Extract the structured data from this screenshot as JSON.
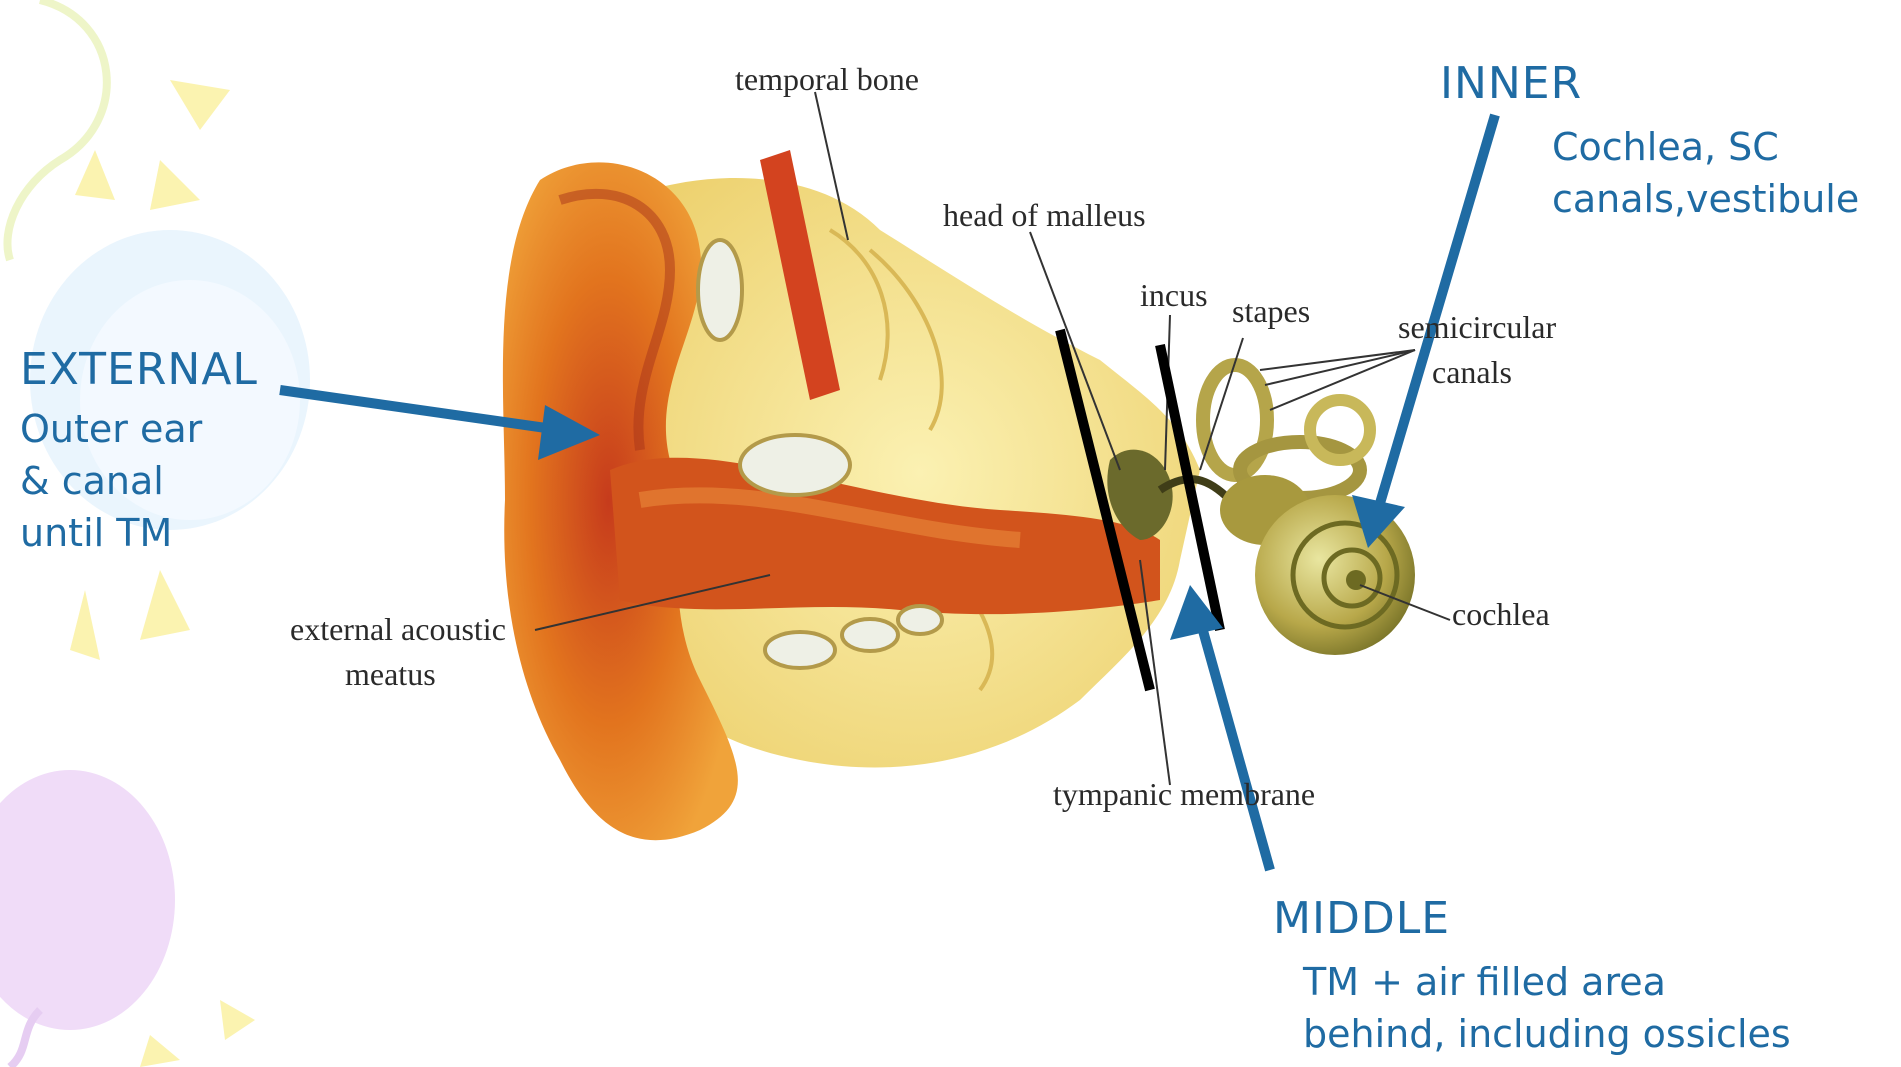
{
  "diagram": {
    "anatomy_labels": {
      "temporal_bone": "temporal bone",
      "head_of_malleus": "head of malleus",
      "incus": "incus",
      "stapes": "stapes",
      "semicircular_canals_line1": "semicircular",
      "semicircular_canals_line2": "canals",
      "external_acoustic_meatus_line1": "external acoustic",
      "external_acoustic_meatus_line2": "meatus",
      "tympanic_membrane": "tympanic membrane",
      "cochlea": "cochlea"
    },
    "regions": {
      "external": {
        "title": "EXTERNAL",
        "desc_lines": [
          "Outer ear",
          "& canal",
          "until TM"
        ]
      },
      "middle": {
        "title": "MIDDLE",
        "desc_lines": [
          "TM + air filled area",
          "behind, including ossicles"
        ]
      },
      "inner": {
        "title": "INNER",
        "desc_lines": [
          "Cochlea, SC",
          "canals,vestibule"
        ]
      }
    },
    "colors": {
      "region_text": "#1f6ba3",
      "arrow": "#1f6ba3",
      "boundary_line": "#000000",
      "ear_outer": "#e07a1a",
      "ear_inner": "#c9431a",
      "bone": "#f3e08a"
    }
  }
}
